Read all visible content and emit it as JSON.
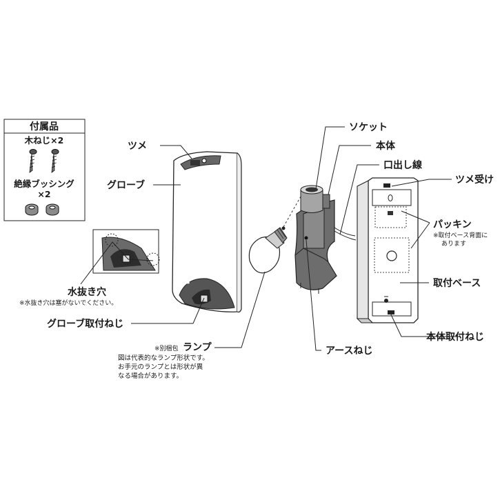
{
  "accessories": {
    "title": "付属品",
    "wood_screw": "木ねじ×2",
    "bushing_line1": "絶縁ブッシング",
    "bushing_line2": "×2"
  },
  "labels": {
    "tsume": "ツメ",
    "globe": "グローブ",
    "drain_hole": "水抜き穴",
    "drain_note": "※水抜き穴は塞がないでください。",
    "globe_screw": "グローブ取付ねじ",
    "lamp_prefix": "※別梱包",
    "lamp": "ランプ",
    "lamp_note1": "図は代表的なランプ形状です。",
    "lamp_note2": "お手元のランプとは形状が異",
    "lamp_note3": "なる場合があります。",
    "socket": "ソケット",
    "body": "本体",
    "lead_wire": "口出し線",
    "tsume_receiver": "ツメ受け",
    "packing": "パッキン",
    "packing_note1": "※取付ベース背面に",
    "packing_note2": "あります",
    "mount_base": "取付ベース",
    "body_screw": "本体取付ねじ",
    "earth_screw": "アースねじ"
  }
}
